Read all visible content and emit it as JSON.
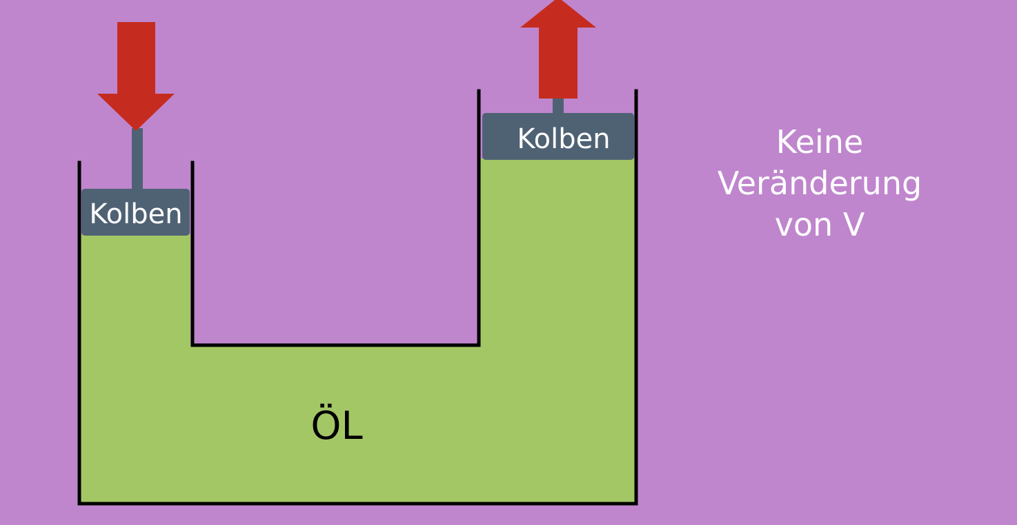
{
  "diagram": {
    "left_piston_label": "Kolben",
    "right_piston_label": "Kolben",
    "fluid_label": "ÖL",
    "caption_lines": [
      "Keine",
      "Veränderung",
      "von V"
    ]
  },
  "colors": {
    "background": "#bf86cd",
    "fluid": "#a4c766",
    "piston": "#4f6274",
    "arrow": "#c52c1f",
    "wall": "#000000",
    "caption_text": "#ffffff"
  },
  "icons": {
    "left_arrow": "arrow-down-icon",
    "right_arrow": "arrow-up-icon"
  }
}
